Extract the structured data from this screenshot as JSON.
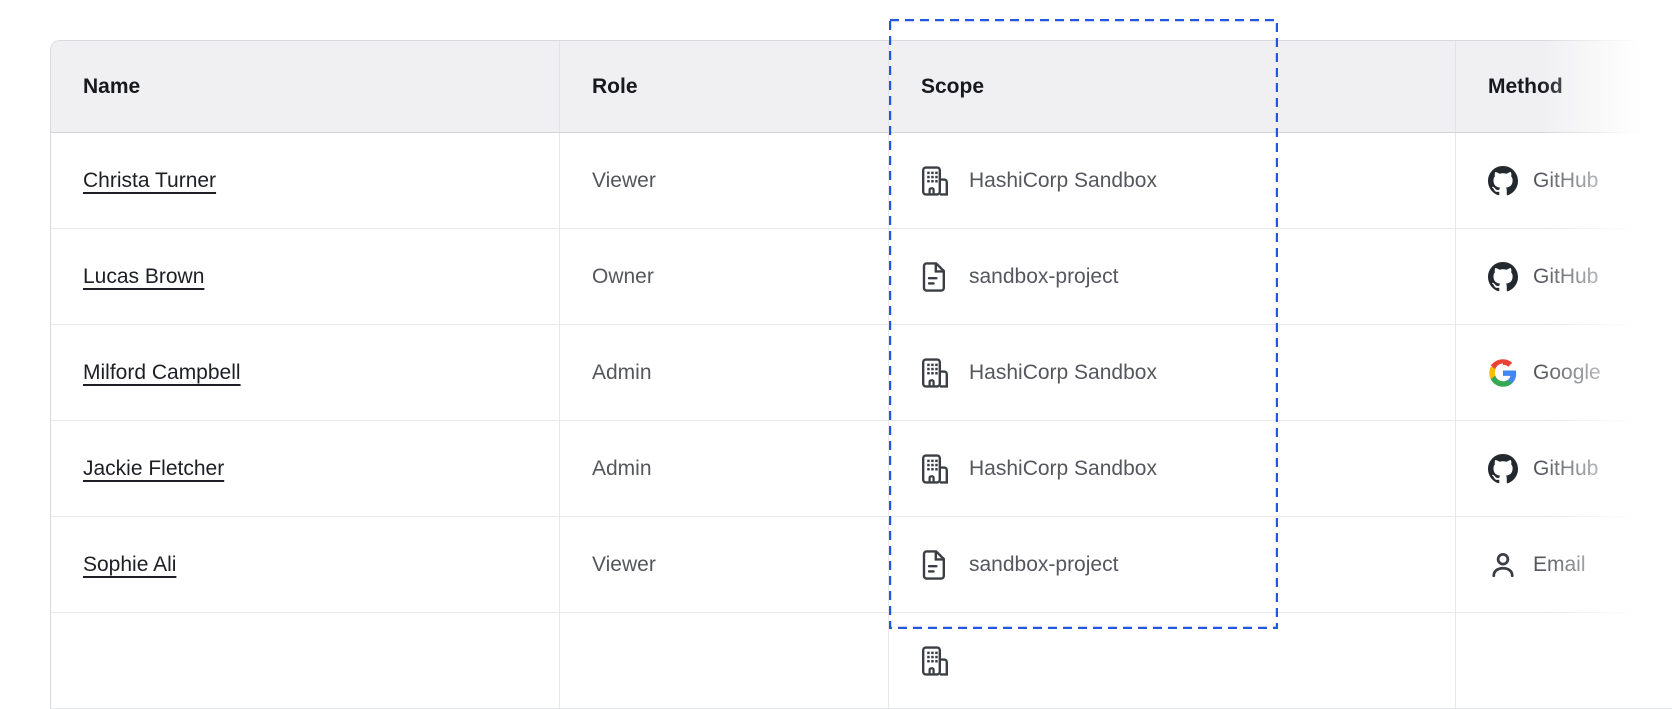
{
  "colors": {
    "highlight_blue": "#2457e0",
    "header_bg": "#f0f0f2",
    "header_text": "#17191d",
    "value_text": "#55575d",
    "name_text": "#1d1f24",
    "row_border": "#e7e8ec",
    "outer_border": "#d9dade",
    "icon_gray": "#3b3e45",
    "github_black": "#24292f",
    "google_blue": "#4285f4",
    "google_green": "#34a853",
    "google_yellow": "#fbbc05",
    "google_red": "#ea4335"
  },
  "table": {
    "columns": [
      {
        "label": "Name"
      },
      {
        "label": "Role"
      },
      {
        "label": "Scope"
      },
      {
        "label": "Method"
      }
    ],
    "rows": [
      {
        "name": "Christa Turner",
        "role": "Viewer",
        "scope": "HashiCorp Sandbox",
        "scope_icon": "org-icon",
        "method": "GitHub",
        "method_icon": "github-icon"
      },
      {
        "name": "Lucas Brown",
        "role": "Owner",
        "scope": "sandbox-project",
        "scope_icon": "project-icon",
        "method": "GitHub",
        "method_icon": "github-icon"
      },
      {
        "name": "Milford Campbell",
        "role": "Admin",
        "scope": "HashiCorp Sandbox",
        "scope_icon": "org-icon",
        "method": "Google",
        "method_icon": "google-icon"
      },
      {
        "name": "Jackie Fletcher",
        "role": "Admin",
        "scope": "HashiCorp Sandbox",
        "scope_icon": "org-icon",
        "method": "GitHub",
        "method_icon": "github-icon"
      },
      {
        "name": "Sophie Ali",
        "role": "Viewer",
        "scope": "sandbox-project",
        "scope_icon": "project-icon",
        "method": "Email",
        "method_icon": "email-icon"
      },
      {
        "name": "",
        "role": "",
        "scope": "",
        "scope_icon": "org-icon",
        "method": "",
        "method_icon": "none"
      }
    ]
  },
  "annotation": {
    "target": "scope-column"
  }
}
